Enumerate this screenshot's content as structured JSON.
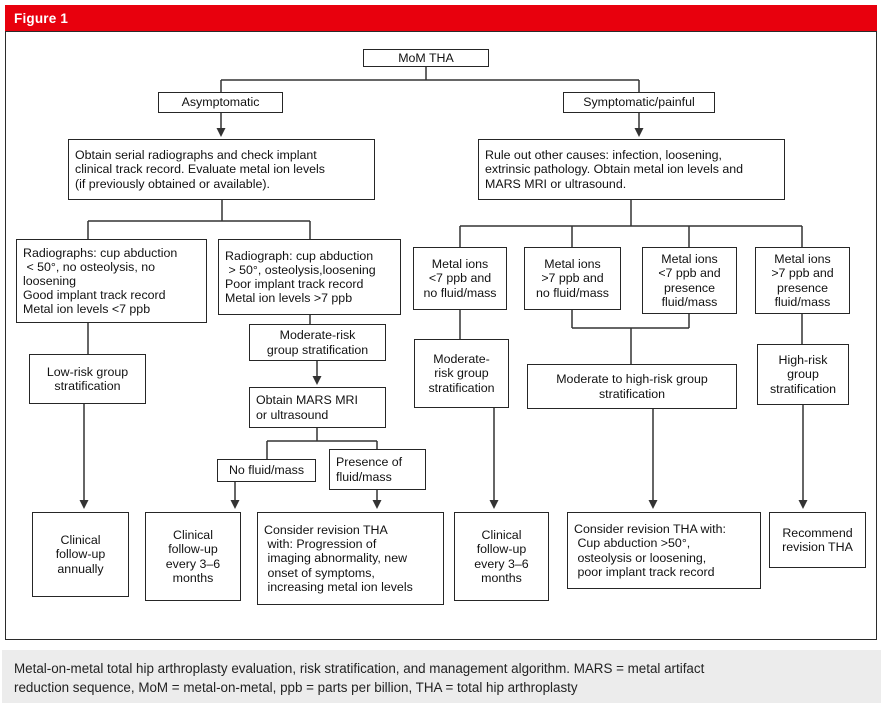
{
  "figure_label": "Figure 1",
  "caption": "Metal-on-metal total hip arthroplasty evaluation, risk stratification, and management algorithm. MARS = metal artifact\nreduction sequence, MoM = metal-on-metal, ppb = parts per billion, THA = total hip arthroplasty",
  "colors": {
    "banner_red": "#e8000d",
    "caption_bg": "#ececec",
    "box_border": "#262626",
    "line_color": "#333333"
  },
  "nodes": {
    "mom_tha": "MoM THA",
    "asymptomatic": "Asymptomatic",
    "symptomatic": "Symptomatic/painful",
    "obtain_serial": "Obtain serial radiographs and check implant\nclinical track record. Evaluate metal ion levels\n(if previously obtained or available).",
    "rule_out": "Rule out other causes: infection, loosening,\nextrinsic pathology. Obtain metal ion levels and\nMARS MRI or ultrasound.",
    "rad_low": "Radiographs: cup abduction\n < 50°, no osteolysis, no\nloosening\nGood implant track record\nMetal ion levels <7 ppb",
    "rad_high": "Radiograph: cup abduction\n > 50°, osteolysis,loosening\nPoor implant track record\nMetal ion levels >7 ppb",
    "ions_lt7_no_fluid": "Metal ions\n<7 ppb and\nno fluid/mass",
    "ions_gt7_no_fluid": "Metal ions\n>7 ppb and\nno fluid/mass",
    "ions_lt7_fluid": "Metal ions\n<7 ppb and\npresence\nfluid/mass",
    "ions_gt7_fluid": "Metal ions\n>7 ppb and\npresence\nfluid/mass",
    "moderate_risk_left": "Moderate-risk\ngroup stratification",
    "low_risk": "Low-risk group\nstratification",
    "moderate_risk_right": "Moderate-\nrisk group\nstratification",
    "moderate_high_risk": "Moderate to high-risk group\nstratification",
    "high_risk": "High-risk\ngroup\nstratification",
    "obtain_mars": "Obtain MARS MRI\nor ultrasound",
    "no_fluid": "No fluid/mass",
    "presence_fluid": "Presence of\nfluid/mass",
    "followup_annual": "Clinical\nfollow-up\nannually",
    "followup_36_left": "Clinical\nfollow-up\nevery 3–6\nmonths",
    "consider_revision_left": "Consider revision THA\n with: Progression of\n imaging abnormality, new\n onset of symptoms,\n increasing metal ion levels",
    "followup_36_right": "Clinical\nfollow-up\nevery 3–6\nmonths",
    "consider_revision_right": "Consider revision THA with:\n Cup abduction >50°,\n osteolysis or loosening,\n poor implant track record",
    "recommend_revision": "Recommend\nrevision THA"
  }
}
